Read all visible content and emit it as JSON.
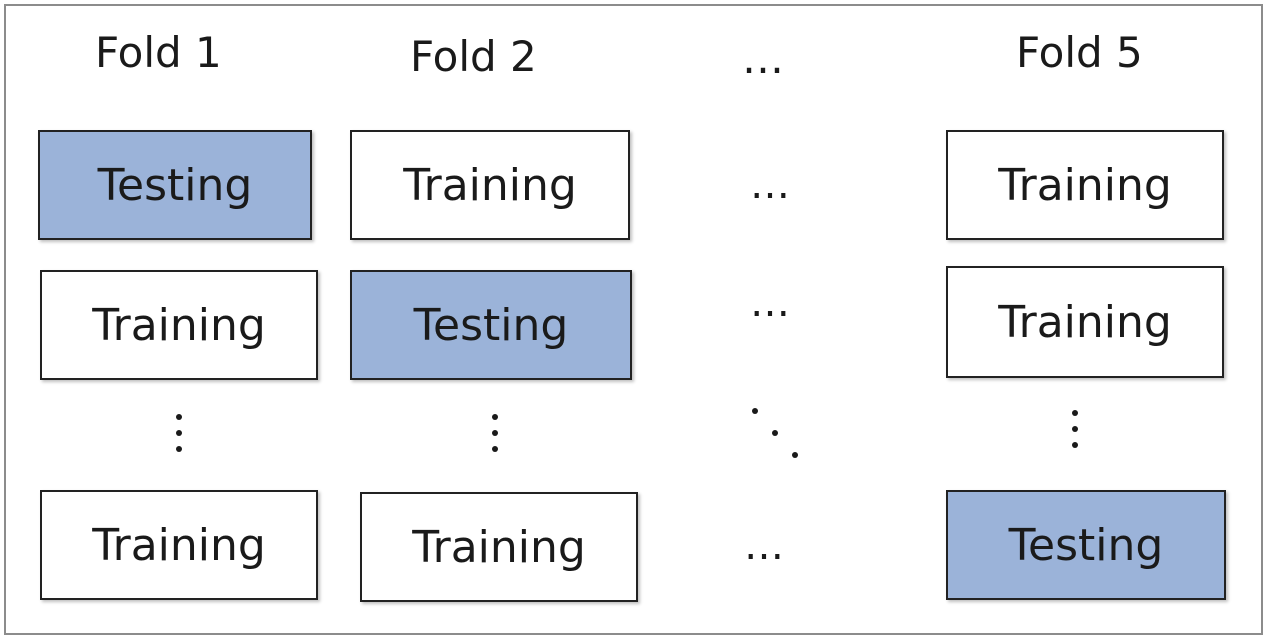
{
  "headers": [
    "Fold 1",
    "Fold 2",
    "…",
    "Fold 5"
  ],
  "row_ellipsis": "…",
  "cells": {
    "r1c1": "Testing",
    "r1c2": "Training",
    "r1c4": "Training",
    "r2c1": "Training",
    "r2c2": "Testing",
    "r2c4": "Training",
    "r4c1": "Training",
    "r4c2": "Training",
    "r4c4": "Testing"
  },
  "colors": {
    "testing_fill": "#9bb3d9",
    "training_fill": "#ffffff",
    "border": "#222222"
  }
}
